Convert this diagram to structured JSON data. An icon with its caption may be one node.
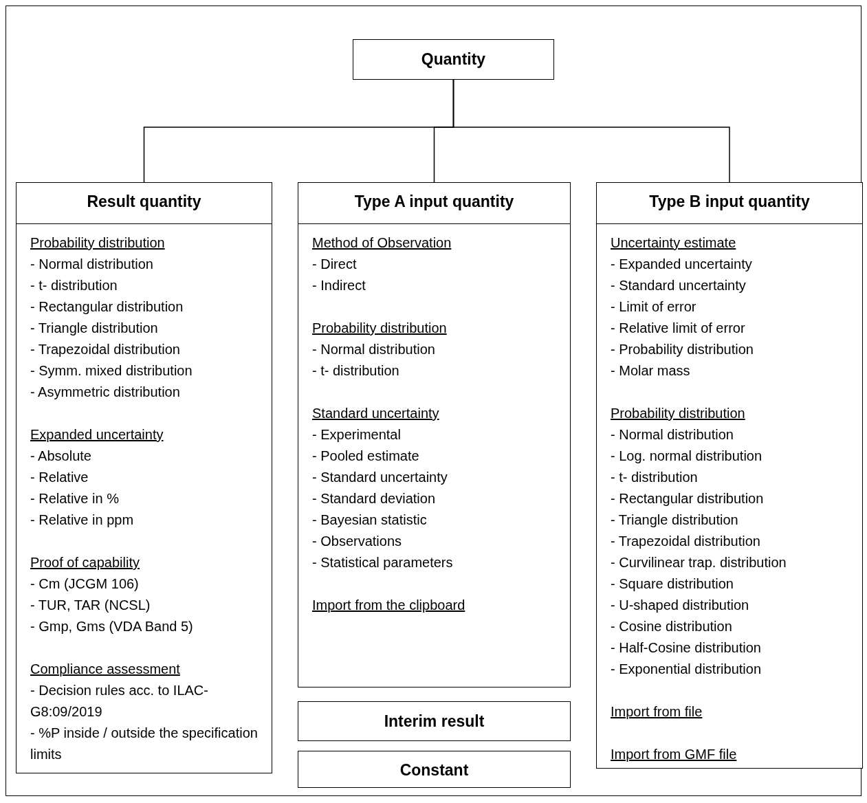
{
  "diagram": {
    "nodes": [
      {
        "text": [
          "Quantity"
        ]
      },
      {
        "text": [
          "Result quantity",
          "Probability distribution",
          "- Normal distribution",
          "- t- distribution",
          "- Rectangular distribution",
          "- Triangle distribution",
          "- Trapezoidal distribution",
          "- Symm. mixed distribution",
          "- Asymmetric distribution",
          "Expanded uncertainty",
          "- Absolute",
          "- Relative",
          "- Relative in %",
          "- Relative in ppm",
          "Proof of capability",
          "- Cm (JCGM 106)",
          "- TUR, TAR (NCSL)",
          "- Gmp, Gms (VDA Band 5)",
          "Compliance assessment",
          "- Decision rules acc. to ILAC-G8:09/2019",
          "- %P inside / outside the specification limits"
        ]
      },
      {
        "text": [
          "Type A input quantity",
          "Method of Observation",
          "- Direct",
          "- Indirect",
          "Probability distribution",
          "- Normal distribution",
          "- t- distribution",
          "Standard uncertainty",
          "- Experimental",
          "- Pooled estimate",
          "- Standard uncertainty",
          "- Standard deviation",
          "- Bayesian statistic",
          "- Observations",
          "- Statistical parameters",
          "Import from the clipboard"
        ]
      },
      {
        "text": [
          "Type B input quantity",
          "Uncertainty estimate",
          "- Expanded uncertainty",
          "- Standard uncertainty",
          "- Limit of error",
          "- Relative limit of error",
          "- Probability distribution",
          "- Molar mass",
          "Probability distribution",
          "- Normal distribution",
          "- Log. normal distribution",
          "- t- distribution",
          "- Rectangular distribution",
          "- Triangle distribution",
          "- Trapezoidal distribution",
          "- Curvilinear trap. distribution",
          "- Square distribution",
          "- U-shaped distribution",
          "- Cosine distribution",
          "- Half-Cosine distribution",
          "- Exponential distribution",
          "Import from file",
          "Import from GMF file"
        ]
      },
      {
        "text": [
          "Interim result"
        ]
      },
      {
        "text": [
          "Constant"
        ]
      }
    ],
    "edges": [
      {
        "from": 0,
        "to": 1,
        "arrow": "none"
      },
      {
        "from": 0,
        "to": 2,
        "arrow": "none"
      },
      {
        "from": 0,
        "to": 3,
        "arrow": "none"
      }
    ]
  }
}
